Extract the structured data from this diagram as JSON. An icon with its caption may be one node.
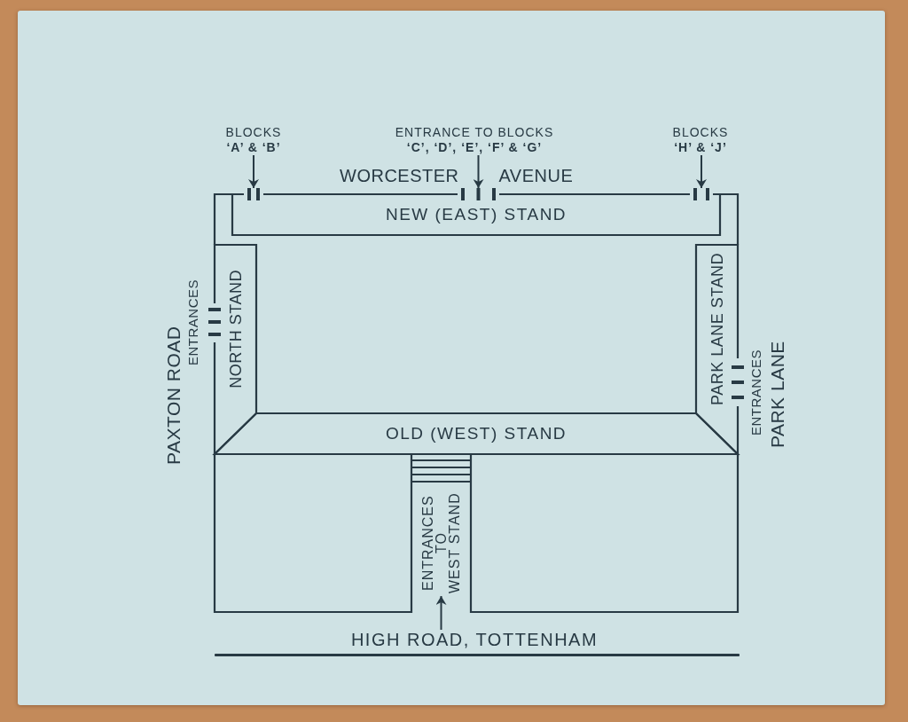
{
  "diagram": {
    "nodes": [
      {
        "text": [
          "BLOCKS **‘A’ & ‘B’**"
        ]
      },
      {
        "text": [
          "ENTRANCE TO BLOCKS **‘C’, ‘D’, ‘E’, ‘F’ & ‘G’**"
        ]
      },
      {
        "text": [
          "BLOCKS **‘H’ & ‘J’**"
        ]
      },
      {
        "text": [],
        "shape": "bar"
      },
      {
        "text": [],
        "shape": "bar"
      },
      {
        "text": [],
        "shape": "bar"
      },
      {
        "text": [
          "NEW (EAST) STAND"
        ]
      },
      {
        "text": [
          "NORTH STAND"
        ]
      },
      {
        "text": [
          "PARK LANE STAND"
        ]
      },
      {
        "text": [
          "OLD (WEST) STAND"
        ]
      },
      {
        "text": [
          "ENTRANCES TO WEST STAND"
        ]
      },
      {
        "text": [
          "HIGH ROAD, TOTTENHAM"
        ]
      }
    ],
    "edges": [
      {
        "from": 0,
        "to": 3,
        "arrow": "to"
      },
      {
        "from": 1,
        "to": 4,
        "arrow": "to"
      },
      {
        "from": 2,
        "to": 5,
        "arrow": "to"
      },
      {
        "from": 11,
        "to": 10,
        "arrow": "to"
      }
    ],
    "labels": [
      "WORCESTER AVENUE",
      "PAXTON ROAD",
      "ENTRANCES",
      "ENTRANCES",
      "PARK LANE"
    ]
  }
}
